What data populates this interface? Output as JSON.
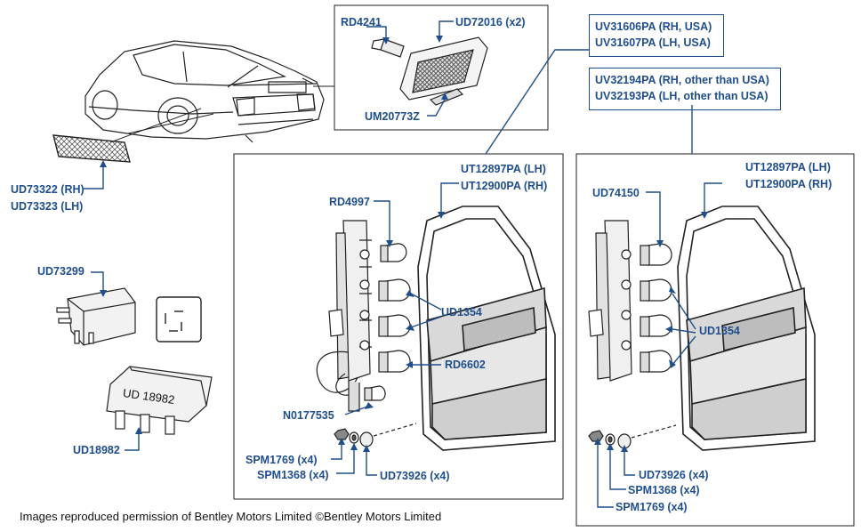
{
  "colors": {
    "accent": "#1f4e8c",
    "line": "#222222",
    "lamp_fill": "#c9c9c9",
    "lamp_light": "#efefef"
  },
  "callouts": {
    "rd4241": "RD4241",
    "ud72016": "UD72016 (x2)",
    "um20773z": "UM20773Z",
    "ud73322": "UD73322 (RH)",
    "ud73323": "UD73323 (LH)",
    "ud73299": "UD73299",
    "ud18982": "UD18982",
    "relay_label": "UD 18982",
    "usa_rh": "UV31606PA (RH, USA)",
    "usa_lh": "UV31607PA (LH, USA)",
    "other_rh": "UV32194PA (RH, other than USA)",
    "other_lh": "UV32193PA (LH, other than USA)",
    "left_panel": {
      "ut_lh": "UT12897PA (LH)",
      "ut_rh": "UT12900PA (RH)",
      "bulb_holder": "RD4997",
      "bulbs": "UD1354",
      "bulb_small": "RD6602",
      "connector": "N0177535",
      "screw_a": "SPM1769 (x4)",
      "screw_b": "SPM1368 (x4)",
      "washer": "UD73926 (x4)"
    },
    "right_panel": {
      "ut_lh": "UT12897PA (LH)",
      "ut_rh": "UT12900PA (RH)",
      "bulb_holder": "UD74150",
      "bulbs": "UD1354",
      "washer": "UD73926 (x4)",
      "screw_b": "SPM1368 (x4)",
      "screw_a": "SPM1769 (x4)"
    }
  },
  "credit": "Images reproduced permission of Bentley Motors Limited ©Bentley Motors Limited"
}
